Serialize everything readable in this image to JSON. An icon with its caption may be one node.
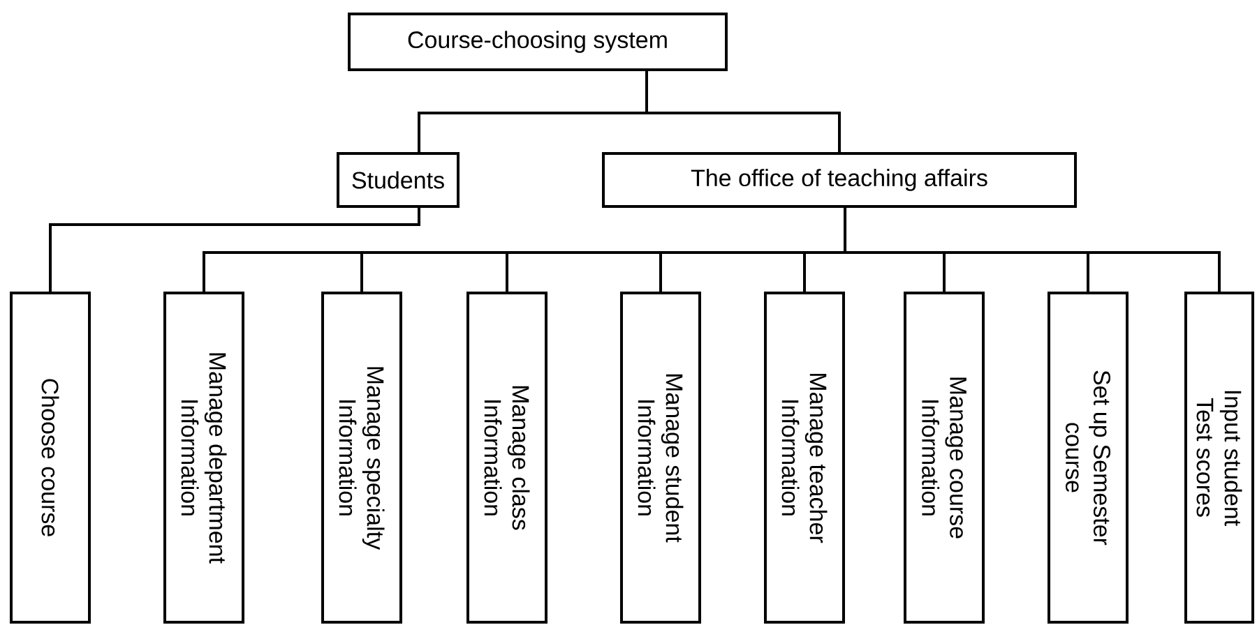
{
  "diagram": {
    "nodes": [
      {
        "text": [
          "Course-choosing system"
        ]
      },
      {
        "text": [
          "Students"
        ]
      },
      {
        "text": [
          "The office of teaching affairs"
        ]
      },
      {
        "text": [
          "Choose course"
        ]
      },
      {
        "text": [
          "Manage department Information"
        ]
      },
      {
        "text": [
          "Manage specialty Information"
        ]
      },
      {
        "text": [
          "Manage class Information"
        ]
      },
      {
        "text": [
          "Manage student Information"
        ]
      },
      {
        "text": [
          "Manage teacher Information"
        ]
      },
      {
        "text": [
          "Manage course Information"
        ]
      },
      {
        "text": [
          "Set up Semester course"
        ]
      },
      {
        "text": [
          "Input student Test scores"
        ]
      }
    ],
    "edges": [
      {
        "from": 0,
        "to": 1,
        "arrow": "none"
      },
      {
        "from": 0,
        "to": 2,
        "arrow": "none"
      },
      {
        "from": 1,
        "to": 3,
        "arrow": "none"
      },
      {
        "from": 2,
        "to": 4,
        "arrow": "none"
      },
      {
        "from": 2,
        "to": 5,
        "arrow": "none"
      },
      {
        "from": 2,
        "to": 6,
        "arrow": "none"
      },
      {
        "from": 2,
        "to": 7,
        "arrow": "none"
      },
      {
        "from": 2,
        "to": 8,
        "arrow": "none"
      },
      {
        "from": 2,
        "to": 9,
        "arrow": "none"
      },
      {
        "from": 2,
        "to": 10,
        "arrow": "none"
      },
      {
        "from": 2,
        "to": 11,
        "arrow": "none"
      }
    ]
  }
}
